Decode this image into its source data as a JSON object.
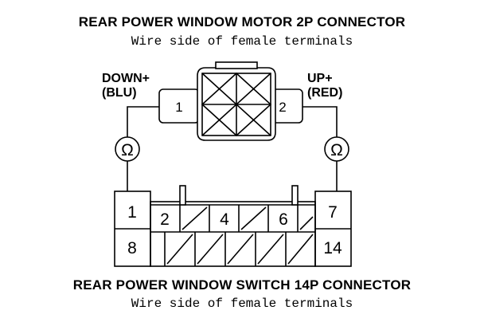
{
  "motor_connector": {
    "title": "REAR POWER WINDOW MOTOR 2P CONNECTOR",
    "subtitle": "Wire side of female terminals",
    "pins": [
      "1",
      "2"
    ]
  },
  "left_wire": {
    "name": "DOWN+",
    "color": "(BLU)"
  },
  "right_wire": {
    "name": "UP+",
    "color": "(RED)"
  },
  "ohmmeter_symbol": "Ω",
  "switch_connector": {
    "title": "REAR POWER WINDOW SWITCH 14P CONNECTOR",
    "subtitle": "Wire side of female terminals",
    "top_row_pins": [
      "1",
      "2",
      "4",
      "6",
      "7"
    ],
    "bottom_row_pins": [
      "8",
      "14"
    ]
  }
}
